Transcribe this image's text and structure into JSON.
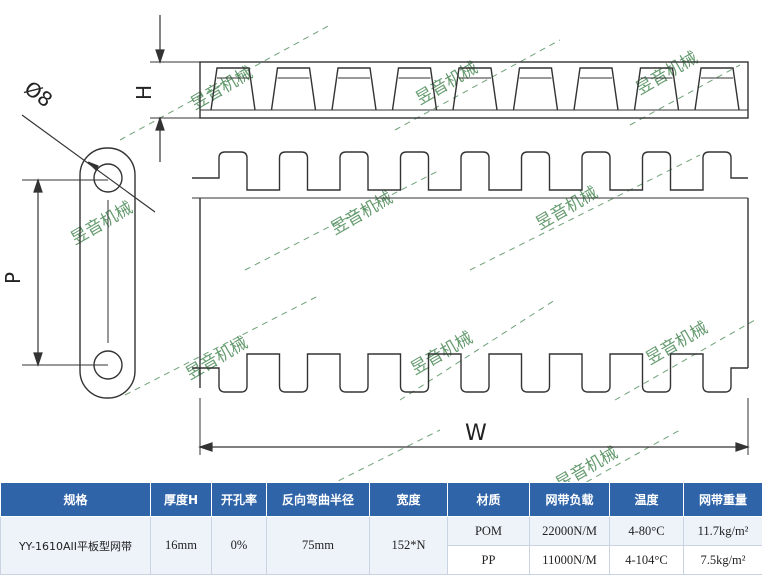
{
  "drawing": {
    "dim_h": "H",
    "dim_diameter": "Ø8",
    "dim_p": "P",
    "dim_w": "W",
    "watermark": "昱音机械",
    "line_color": "#333333",
    "accent_color": "#2f64a8",
    "watermark_color": "#4b8a57"
  },
  "table": {
    "headers": [
      "规格",
      "厚度H",
      "开孔率",
      "反向弯曲半径",
      "宽度",
      "材质",
      "网带负载",
      "温度",
      "网带重量"
    ],
    "spec": "YY-1610AII平板型网带",
    "thickness": "16mm",
    "open_area": "0%",
    "reverse_radius": "75mm",
    "width": "152*N",
    "rows": [
      {
        "material": "POM",
        "load": "22000N/M",
        "temp": "4-80°C",
        "weight": "11.7kg/m²"
      },
      {
        "material": "PP",
        "load": "11000N/M",
        "temp": "4-104°C",
        "weight": "7.5kg/m²"
      }
    ]
  }
}
